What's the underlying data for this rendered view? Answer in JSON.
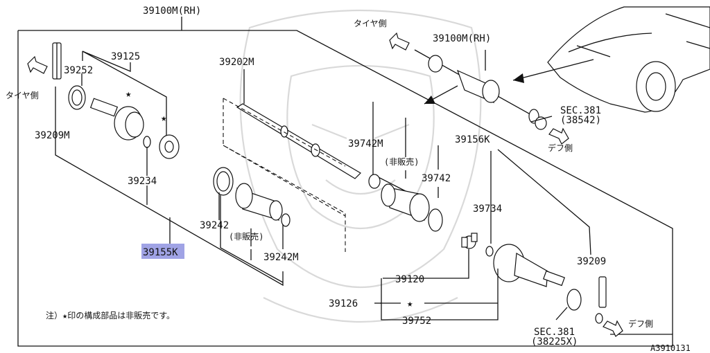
{
  "labels": {
    "assembly": "39100M(RH)",
    "assembly_small": "39100M(RH)",
    "p39125": "39125",
    "p39252": "39252",
    "p39209M": "39209M",
    "p39234": "39234",
    "p39155K_a": "39155",
    "p39155K_b": "K",
    "p39202M": "39202M",
    "p39242": "39242",
    "not_sold_1": "(非販売)",
    "p39242M": "39242M",
    "p39742M": "39742M",
    "not_sold_2": "(非販売)",
    "p39742": "39742",
    "p39156K": "39156K",
    "p39734": "39734",
    "p39120": "39120",
    "p39126": "39126",
    "p39752": "39752",
    "p39209": "39209",
    "sec381_top": "SEC.381",
    "sec381_top_code": "(38542)",
    "sec381_bottom": "SEC.381",
    "sec381_bottom_code": "(38225X)",
    "tire_side_left": "タイヤ側",
    "tire_side_top": "タイヤ側",
    "diff_side_top": "デフ側",
    "diff_side_bottom": "デフ側",
    "star": "★",
    "note": "注）★印の構成部品は非販売です。",
    "figure_code": "A3910131"
  },
  "colors": {
    "line": "#111111",
    "highlight": "#8f93e0",
    "watermark": "#d9d9d9"
  }
}
